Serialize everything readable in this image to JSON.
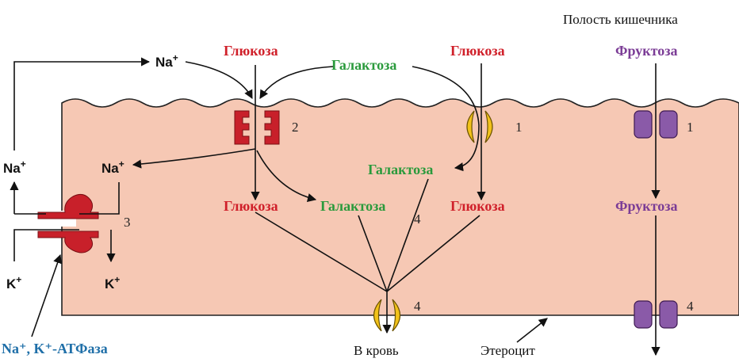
{
  "labels": {
    "lumen": "Полость кишечника",
    "glucose": "Глюкоза",
    "galactose": "Галактоза",
    "fructose": "Фруктоза",
    "na": "Na",
    "k": "K",
    "plus": "+",
    "to_blood": "В кровь",
    "enterocyte": "Этероцит",
    "pump": "Na⁺, K⁺-АТФаза",
    "n1": "1",
    "n2": "2",
    "n3": "3",
    "n4": "4"
  },
  "colors": {
    "cell_fill": "#f6c8b4",
    "sglt": "#c8202a",
    "glut": "#f2c21a",
    "glut5": "#8a5aa8",
    "glucose": "#d0202a",
    "galactose": "#2a9a3c",
    "fructose": "#7b3c96",
    "pump_label": "#1f6fa8"
  },
  "icons": {
    "sglt1": "sglt-transporter-icon",
    "glut2": "glut2-transporter-icon",
    "glut5": "glut5-transporter-icon",
    "pump": "na-k-atpase-icon"
  }
}
